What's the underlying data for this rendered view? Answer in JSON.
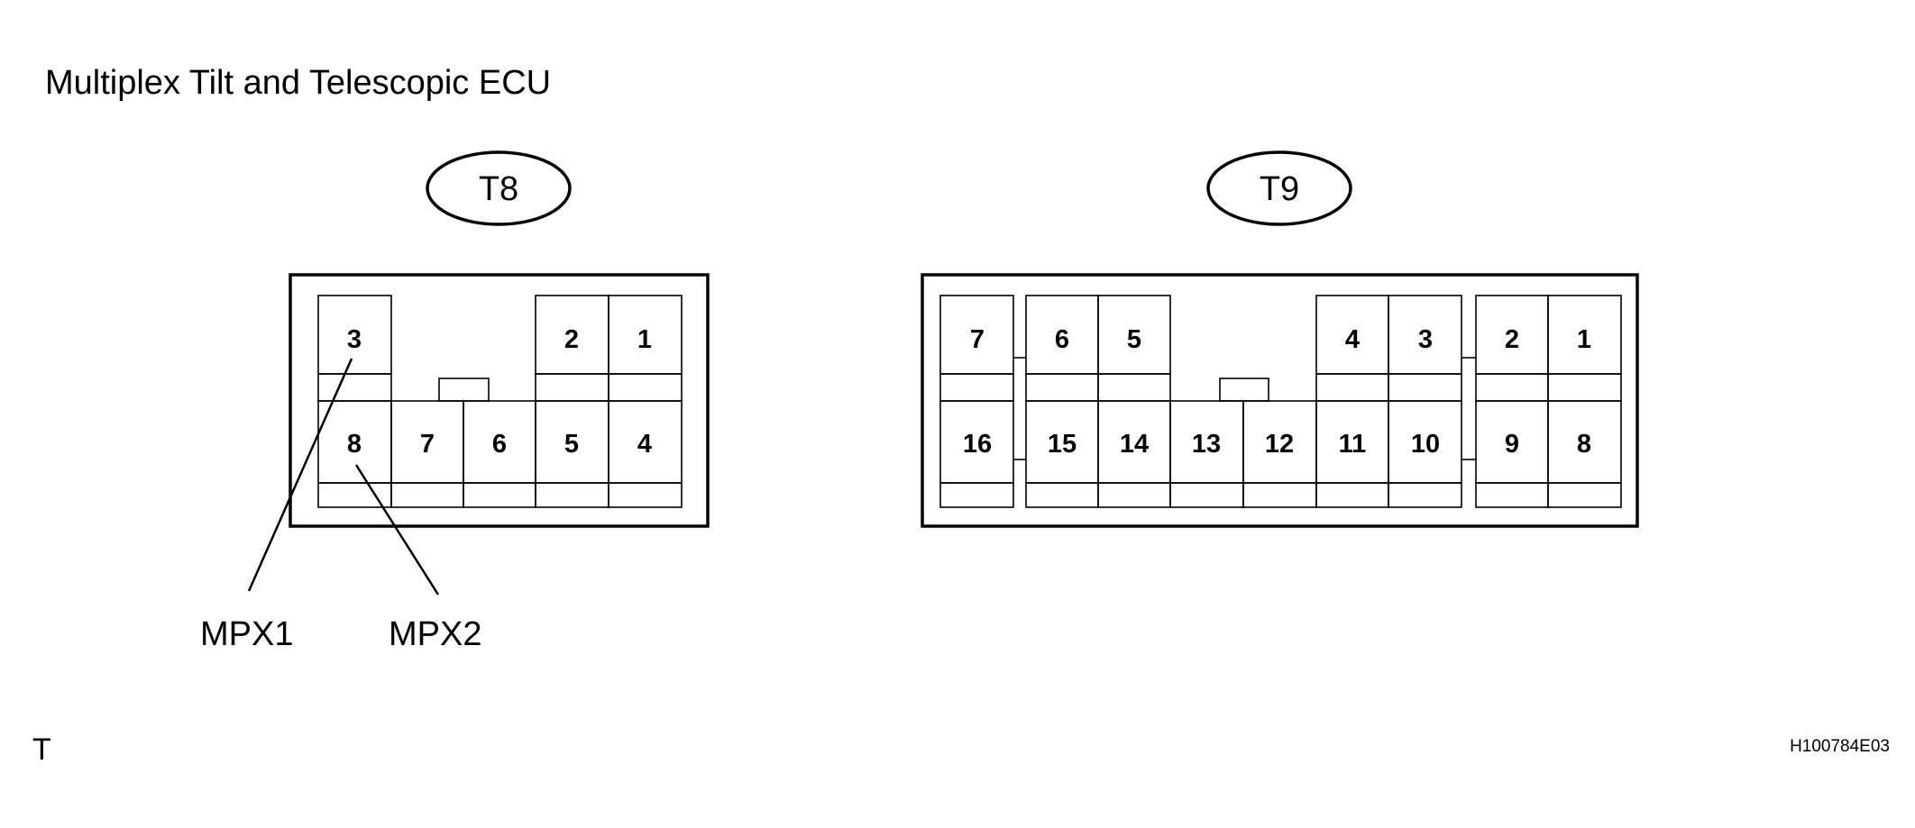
{
  "title": "Multiplex Tilt and Telescopic ECU",
  "connectors": [
    {
      "id": "T8",
      "pins": [
        "1",
        "2",
        "3",
        "4",
        "5",
        "6",
        "7",
        "8"
      ]
    },
    {
      "id": "T9",
      "pins": [
        "1",
        "2",
        "3",
        "4",
        "5",
        "6",
        "7",
        "8",
        "9",
        "10",
        "11",
        "12",
        "13",
        "14",
        "15",
        "16"
      ]
    }
  ],
  "callouts": [
    {
      "label": "MPX1",
      "pin": "3"
    },
    {
      "label": "MPX2",
      "pin": "8"
    }
  ],
  "corner_mark": "T",
  "figure_code": "H100784E03"
}
